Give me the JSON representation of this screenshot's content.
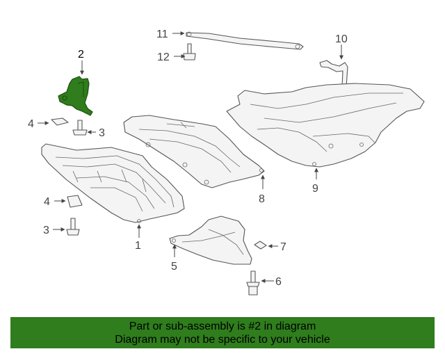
{
  "callouts": {
    "c1": "1",
    "c2": "2",
    "c3a": "3",
    "c3b": "3",
    "c4a": "4",
    "c4b": "4",
    "c5": "5",
    "c6": "6",
    "c7": "7",
    "c8": "8",
    "c9": "9",
    "c10": "10",
    "c11": "11",
    "c12": "12"
  },
  "highlight_part": "2",
  "colors": {
    "highlight": "#2f7d1c",
    "banner": "#2f7d1c",
    "lines": "#555555"
  },
  "banner": {
    "line1": "Part or sub-assembly is #2 in diagram",
    "line2": "Diagram may not be specific to your vehicle"
  }
}
